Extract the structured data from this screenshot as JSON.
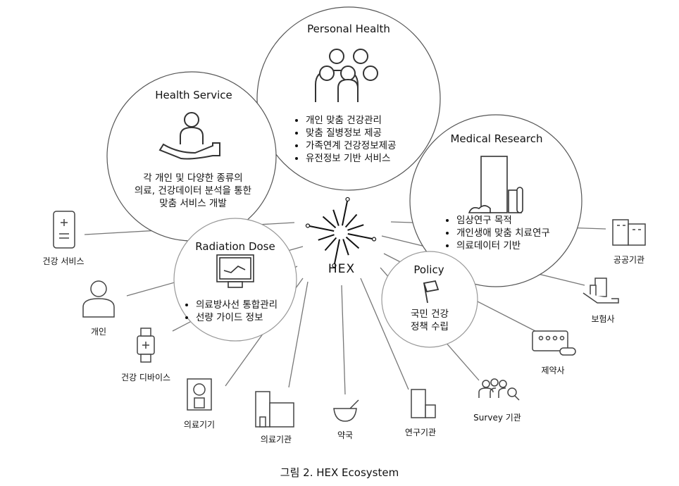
{
  "hub": {
    "label": "HEX"
  },
  "circles": {
    "personal_health": {
      "title": "Personal Health",
      "bullets": [
        "개인 맞춤 건강관리",
        "맞춤 질병정보 제공",
        "가족연계 건강정보제공",
        "유전정보 기반 서비스"
      ]
    },
    "health_service": {
      "title": "Health Service",
      "lines": [
        "각 개인 및 다양한 종류의",
        "의료, 건강데이터 분석을 통한",
        "맞춤 서비스 개발"
      ]
    },
    "medical_research": {
      "title": "Medical Research",
      "bullets": [
        "임상연구 목적",
        "개인생애 맞춤 치료연구",
        "의료데이터 기반"
      ]
    },
    "radiation_dose": {
      "title": "Radiation Dose",
      "bullets": [
        "의료방사선 통합관리",
        "선량 가이드 정보"
      ]
    },
    "policy": {
      "title": "Policy",
      "lines": [
        "국민 건강",
        "정책 수립"
      ]
    }
  },
  "nodes": [
    "건강 서비스",
    "개인",
    "건강 디바이스",
    "의료기기",
    "의료기관",
    "약국",
    "연구기관",
    "Survey 기관",
    "제약사",
    "보험사",
    "공공기관"
  ],
  "caption": "그림 2. HEX Ecosystem"
}
